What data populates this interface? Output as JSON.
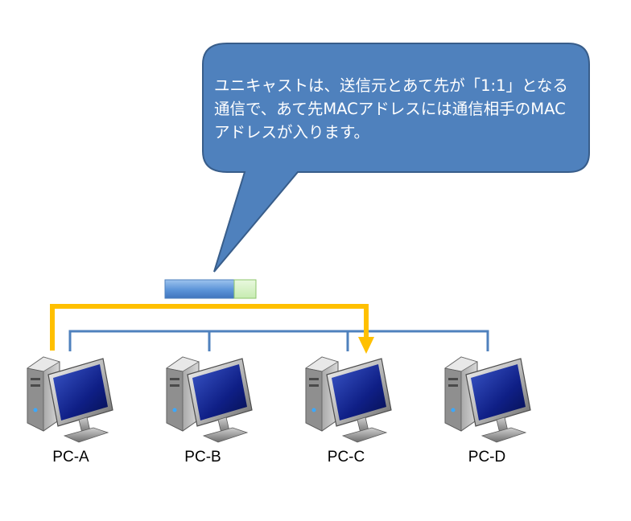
{
  "callout": {
    "text": "ユニキャストは、送信元とあて先が「1:1」となる通信で、あて先MACアドレスには通信相手のMACアドレスが入ります。"
  },
  "nodes": [
    {
      "id": "pc-a",
      "label": "PC-A"
    },
    {
      "id": "pc-b",
      "label": "PC-B"
    },
    {
      "id": "pc-c",
      "label": "PC-C"
    },
    {
      "id": "pc-d",
      "label": "PC-D"
    }
  ],
  "edges": [
    {
      "from": "PC-A",
      "to": "PC-C",
      "kind": "unicast"
    }
  ],
  "colors": {
    "callout_fill": "#4f81bd",
    "callout_stroke": "#385d8a",
    "bus_line": "#4f81bd",
    "unicast_arrow": "#ffc000",
    "frame_header": "#5b9bd5",
    "frame_payload": "#ccf0b8"
  },
  "icons": {
    "pc": "desktop-computer-icon"
  }
}
